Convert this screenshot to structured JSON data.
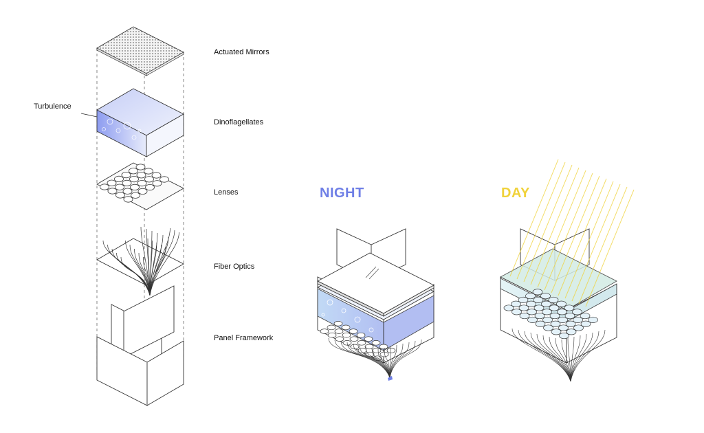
{
  "labels": {
    "actuated_mirrors": "Actuated Mirrors",
    "turbulence": "Turbulence",
    "dinoflagellates": "Dinoflagellates",
    "lenses": "Lenses",
    "fiber_optics": "Fiber Optics",
    "panel_framework": "Panel Framework"
  },
  "states": {
    "night": "NIGHT",
    "day": "DAY"
  },
  "colors": {
    "night": "#6f7fe6",
    "day": "#f0d23a",
    "water": "#9fb0f2",
    "day_water": "#cdeaf0",
    "line": "#222222"
  }
}
